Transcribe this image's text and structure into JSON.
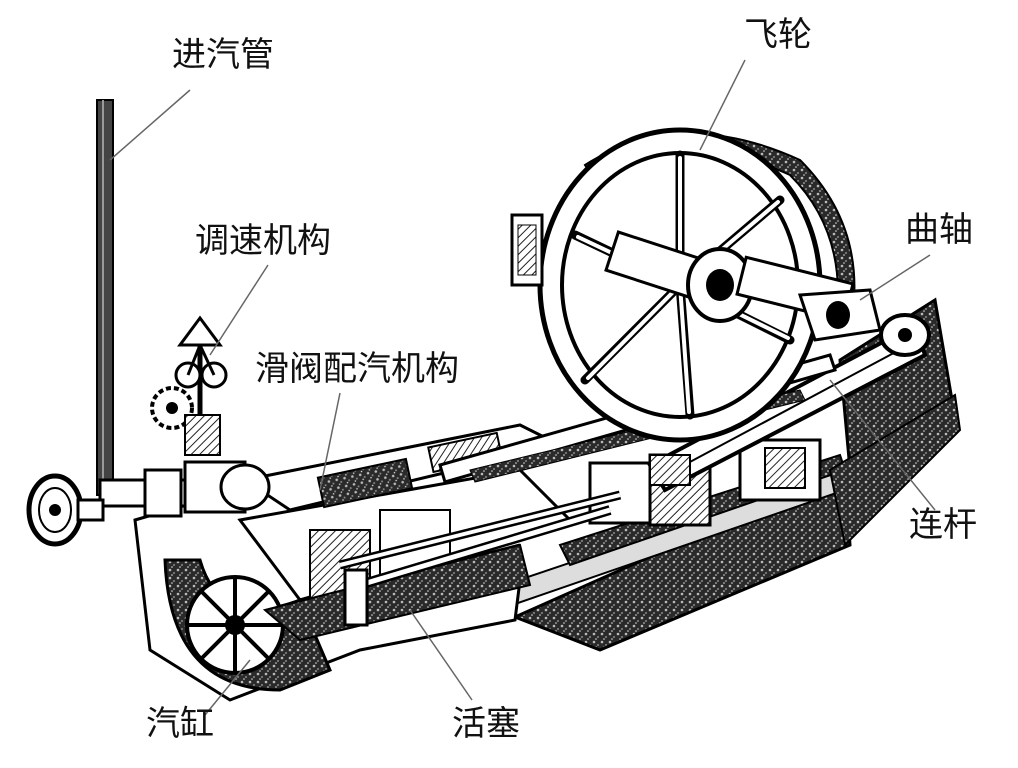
{
  "labels": {
    "steam_pipe": "进汽管",
    "governor": "调速机构",
    "slide_valve": "滑阀配汽机构",
    "flywheel": "飞轮",
    "crankshaft": "曲轴",
    "connecting_rod": "连杆",
    "cylinder": "汽缸",
    "piston": "活塞"
  }
}
